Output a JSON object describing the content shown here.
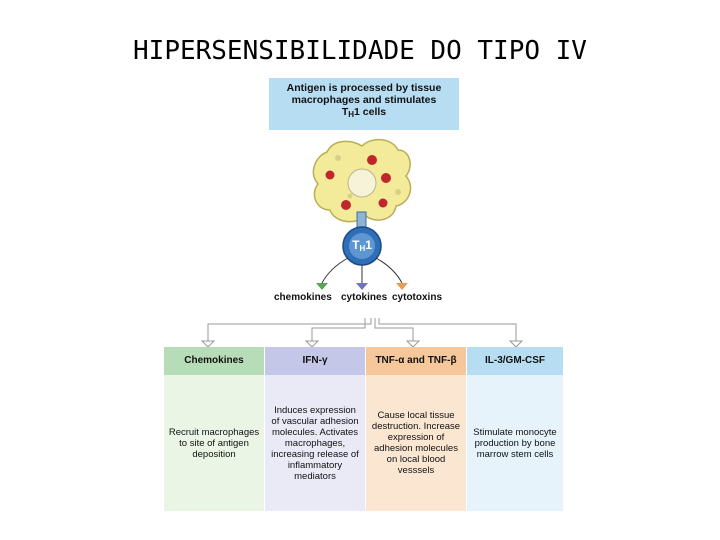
{
  "title": "HIPERSENSIBILIDADE DO TIPO IV",
  "top_header": {
    "line1": "Antigen is processed by tissue",
    "line2": "macrophages and stimulates",
    "line3_pre": "T",
    "line3_sub": "H",
    "line3_post": "1 cells"
  },
  "th1_label": {
    "pre": "T",
    "sub": "H",
    "post": "1"
  },
  "signals": [
    "chemokines",
    "cytokines",
    "cytotoxins"
  ],
  "columns": [
    {
      "header": "Chemokines",
      "body": "Recruit macrophages to site of antigen deposition",
      "head_color": "#b6ddb7",
      "body_color": "#eaf5e6"
    },
    {
      "header": "IFN-γ",
      "body": "Induces expression of vascular adhesion molecules. Activates macrophages, increasing release of inflammatory mediators",
      "head_color": "#c4c7e8",
      "body_color": "#e9eaf6"
    },
    {
      "header": "TNF-α and TNF-β",
      "body": "Cause local tissue destruction. Increase expression of adhesion molecules on local blood vesssels",
      "head_color": "#f6c79a",
      "body_color": "#fbe6d2"
    },
    {
      "header": "IL-3/GM-CSF",
      "body": "Stimulate monocyte production by bone marrow stem cells",
      "head_color": "#b7ddf3",
      "body_color": "#e6f3fb"
    }
  ]
}
